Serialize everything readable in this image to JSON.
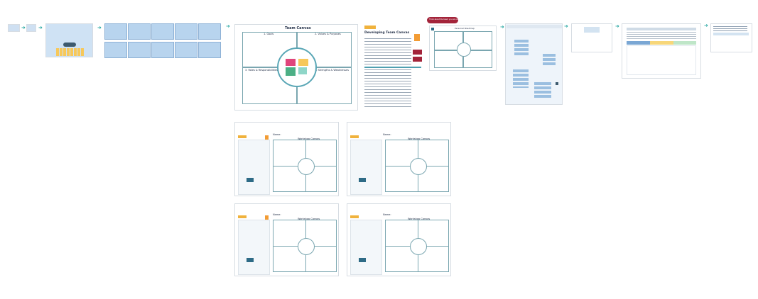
{
  "board": {
    "canvas_title": "Team Canvas",
    "canvas_quadrants": [
      "1. Goals",
      "2. Values & Purposes",
      "3. Roles & Responsibilities",
      "4. Strengths & Weaknesses"
    ],
    "handout_heading": "Developing Team Canvas",
    "speech_bubble": "Think about the team you are on",
    "roadmap_title": "Personal Roadmap",
    "worksheet_label": "Name:",
    "worksheet_title": "Workshop Canvas",
    "arrow_glyph": "➜"
  },
  "colors": {
    "accent": "#2aa8a3",
    "slide_blue": "#b8d4ee",
    "sticky_yellow": "#f7c85a",
    "sticky_green": "#4caf85",
    "sticky_pink": "#e0457b",
    "bubble_red": "#a3243a"
  }
}
